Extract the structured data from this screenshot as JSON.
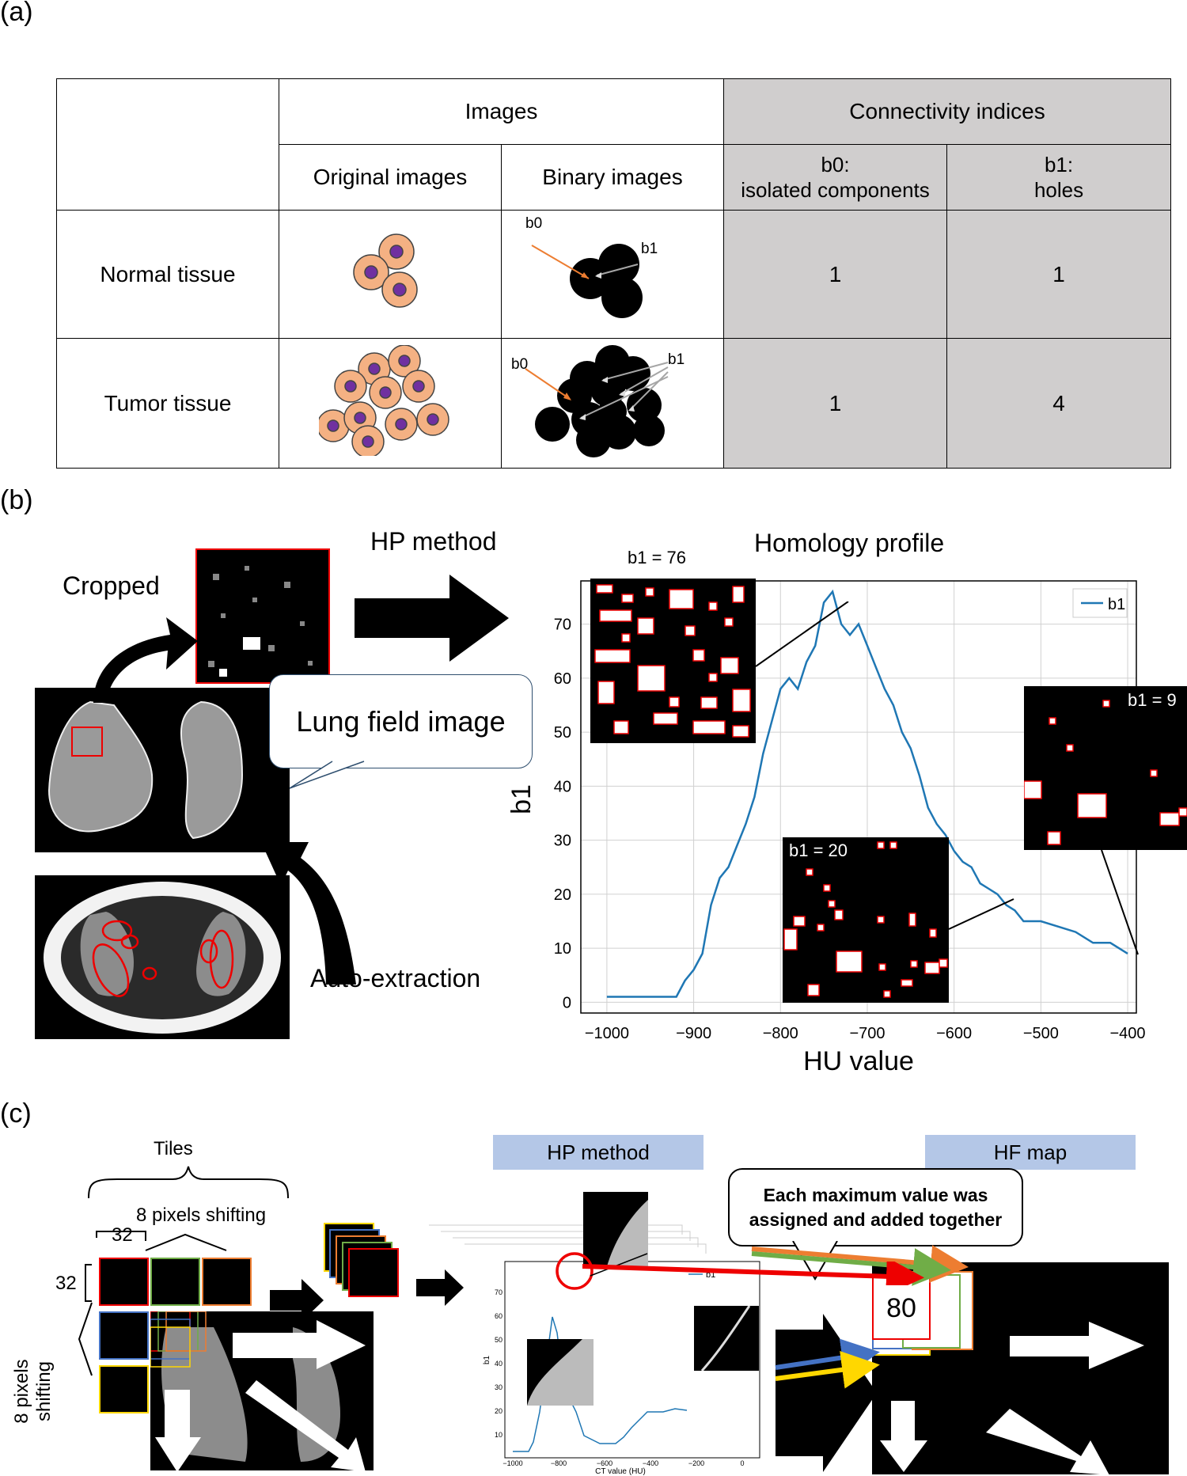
{
  "panels": {
    "a": "(a)",
    "b": "(b)",
    "c": "(c)"
  },
  "table": {
    "header_images": "Images",
    "header_connectivity": "Connectivity indices",
    "col_original": "Original images",
    "col_binary": "Binary images",
    "col_b0_line1": "b0:",
    "col_b0_line2": "isolated components",
    "col_b1_line1": "b1:",
    "col_b1_line2": "holes",
    "rows": [
      {
        "label": "Normal tissue",
        "b0": "1",
        "b1": "1"
      },
      {
        "label": "Tumor tissue",
        "b0": "1",
        "b1": "4"
      }
    ],
    "annot_b0": "b0",
    "annot_b1": "b1"
  },
  "panel_b": {
    "cropped": "Cropped",
    "hp_method": "HP method",
    "lung_field_image": "Lung field image",
    "auto_extraction": "Auto-extraction",
    "inset_76": "b1 = 76",
    "inset_20": "b1 = 20",
    "inset_9": "b1 = 9"
  },
  "chart_data": {
    "type": "line",
    "title": "Homology profile",
    "xlabel": "HU value",
    "ylabel": "b1",
    "xlim": [
      -1000,
      -400
    ],
    "ylim": [
      0,
      76
    ],
    "xticks": [
      -1000,
      -900,
      -800,
      -700,
      -600,
      -500,
      -400
    ],
    "yticks": [
      0,
      10,
      20,
      30,
      40,
      50,
      60,
      70
    ],
    "grid": true,
    "legend": "top-right",
    "series": [
      {
        "name": "b1",
        "color": "#1f77b4",
        "x": [
          -1000,
          -920,
          -910,
          -900,
          -890,
          -880,
          -870,
          -860,
          -850,
          -840,
          -830,
          -820,
          -810,
          -800,
          -790,
          -780,
          -770,
          -760,
          -750,
          -740,
          -730,
          -720,
          -710,
          -700,
          -690,
          -680,
          -670,
          -660,
          -650,
          -640,
          -630,
          -620,
          -610,
          -600,
          -590,
          -580,
          -570,
          -560,
          -550,
          -540,
          -530,
          -520,
          -500,
          -480,
          -460,
          -440,
          -420,
          -400
        ],
        "values": [
          1,
          1,
          4,
          6,
          9,
          18,
          23,
          25,
          29,
          33,
          38,
          46,
          52,
          58,
          60,
          58,
          63,
          66,
          74,
          76,
          70,
          68,
          70,
          66,
          62,
          58,
          55,
          50,
          47,
          42,
          36,
          33,
          31,
          28,
          26,
          25,
          22,
          21,
          20,
          18,
          17,
          15,
          15,
          14,
          13,
          11,
          11,
          9
        ]
      }
    ]
  },
  "panel_c": {
    "tiles": "Tiles",
    "shift_horizontal": "8 pixels shifting",
    "shift_vertical": "8 pixels shifting",
    "tile_size_h": "32",
    "tile_size_v": "32",
    "hp_method": "HP method",
    "hf_map": "HF map",
    "callout_line1": "Each maximum value was",
    "callout_line2": "assigned and added together",
    "value_box": "80",
    "mini_legend": "b1",
    "mini_xlabel": "CT value (HU)",
    "mini_ylabel": "b1",
    "mini_xticks": [
      "-1000",
      "-800",
      "-600",
      "-400",
      "-200",
      "0"
    ],
    "mini_yticks": [
      "10",
      "20",
      "30",
      "40",
      "50",
      "60",
      "70"
    ]
  }
}
